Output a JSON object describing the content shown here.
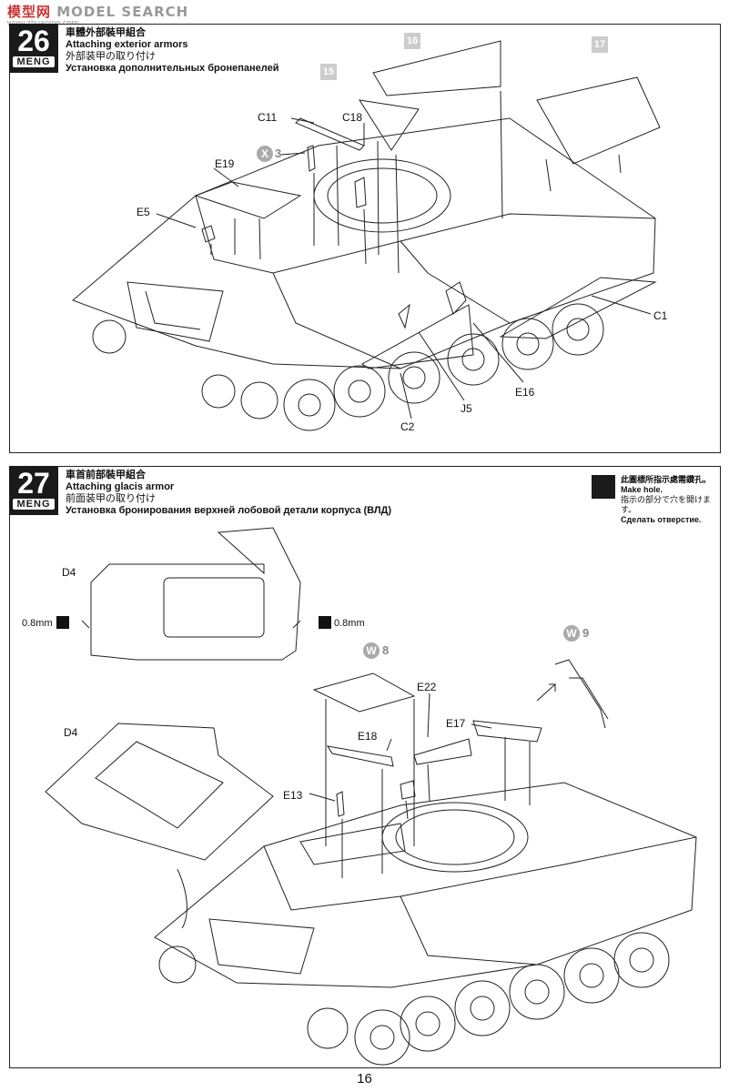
{
  "watermark": "MODEL SEARCH",
  "watermark_logo_text": "模型网",
  "watermark_url": "www.zhuanmo.com",
  "page_number": "16",
  "step26": {
    "number": "26",
    "brand": "MENG",
    "title_zh": "車體外部裝甲組合",
    "title_en": "Attaching exterior armors",
    "title_ja": "外部装甲の取り付け",
    "title_ru": "Установка дополнительных бронепанелей",
    "step_refs": [
      "15",
      "16",
      "17"
    ],
    "decal_ref": {
      "symbol": "X",
      "num": "3"
    },
    "part_labels": [
      "C11",
      "C18",
      "E19",
      "E5",
      "C1",
      "E16",
      "J5",
      "C2"
    ]
  },
  "step27": {
    "number": "27",
    "brand": "MENG",
    "title_zh": "車首前部裝甲組合",
    "title_en": "Attaching glacis armor",
    "title_ja": "前面装甲の取り付け",
    "title_ru": "Установка бронирования верхней лобовой детали корпуса (ВЛД)",
    "legend_zh": "此圖標所指示處需鑽孔。",
    "legend_en": "Make hole.",
    "legend_ja": "指示の部分で穴を開けます。",
    "legend_ru": "Сделать отверстие.",
    "drill_left": "0.8mm",
    "drill_right": "0.8mm",
    "w_refs": [
      {
        "symbol": "W",
        "num": "8"
      },
      {
        "symbol": "W",
        "num": "9"
      }
    ],
    "part_labels": [
      "D4",
      "D4",
      "E22",
      "E18",
      "E17",
      "E13"
    ]
  }
}
